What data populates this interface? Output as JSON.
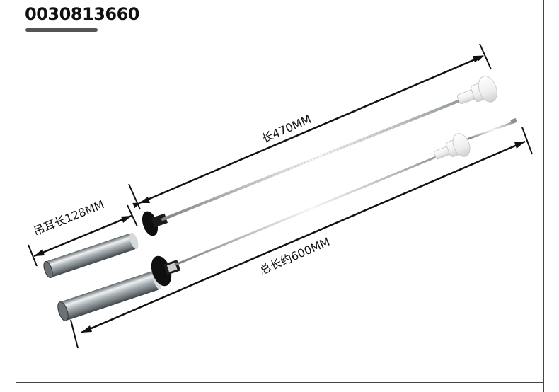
{
  "product": {
    "code": "0030813660"
  },
  "dimensions": {
    "rod_length_label": "长470MM",
    "lug_length_label": "吊耳长128MM",
    "total_length_label": "总长约600MM"
  },
  "colors": {
    "arrow": "#111111",
    "cylinder": "#9aa2a6",
    "cap": "#e9e9e9",
    "rod": "#b8bcc0"
  }
}
